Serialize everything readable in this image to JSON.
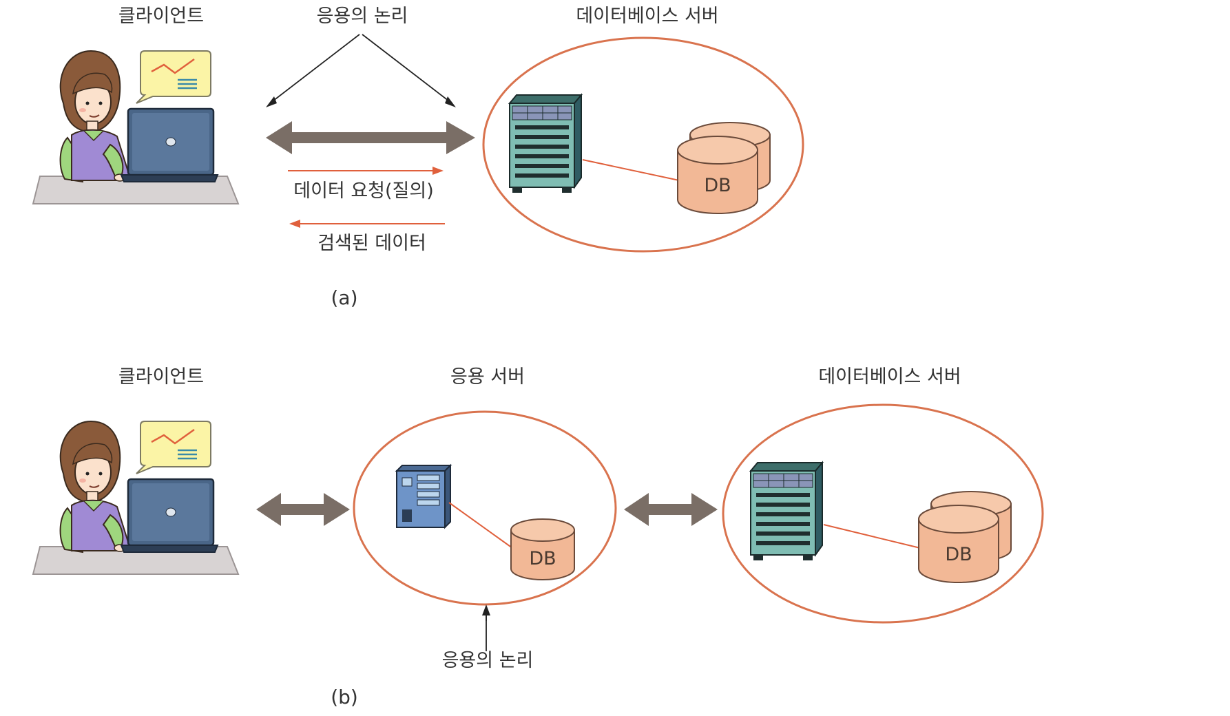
{
  "panel_a": {
    "client_label": "클라이언트",
    "logic_label": "응용의 논리",
    "db_server_label": "데이터베이스 서버",
    "request_label": "데이터 요청(질의)",
    "result_label": "검색된 데이터",
    "db_text": "DB",
    "caption": "(a)"
  },
  "panel_b": {
    "client_label": "클라이언트",
    "app_server_label": "응용 서버",
    "db_server_label": "데이터베이스 서버",
    "logic_label": "응용의 논리",
    "app_db_text": "DB",
    "db_text": "DB",
    "caption": "(b)"
  },
  "colors": {
    "ellipse_stroke": "#d9734e",
    "db_fill": "#f2b896",
    "double_arrow": "#7a6e66",
    "red_arrow": "#e0603c",
    "laptop": "#4a6688",
    "server_body": "#7fbdb3",
    "app_server_body": "#6e94c8",
    "bubble_fill": "#fbf4a6"
  },
  "icons": [
    "client-person-icon",
    "speech-bubble-chart-icon",
    "laptop-icon",
    "rack-server-icon",
    "tower-server-icon",
    "database-cylinder-icon"
  ]
}
